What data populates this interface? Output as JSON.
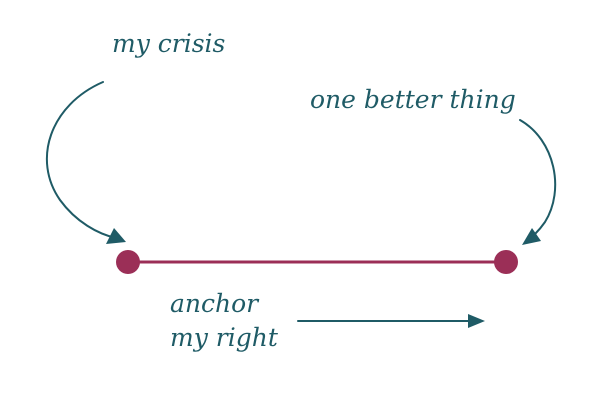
{
  "labels": {
    "crisis": "my crisis",
    "better": "one better thing",
    "anchor_line1": "anchor",
    "anchor_line2": "my right"
  },
  "colors": {
    "ink": "#1f5b66",
    "segment": "#9b2f57",
    "background": "#ffffff"
  }
}
